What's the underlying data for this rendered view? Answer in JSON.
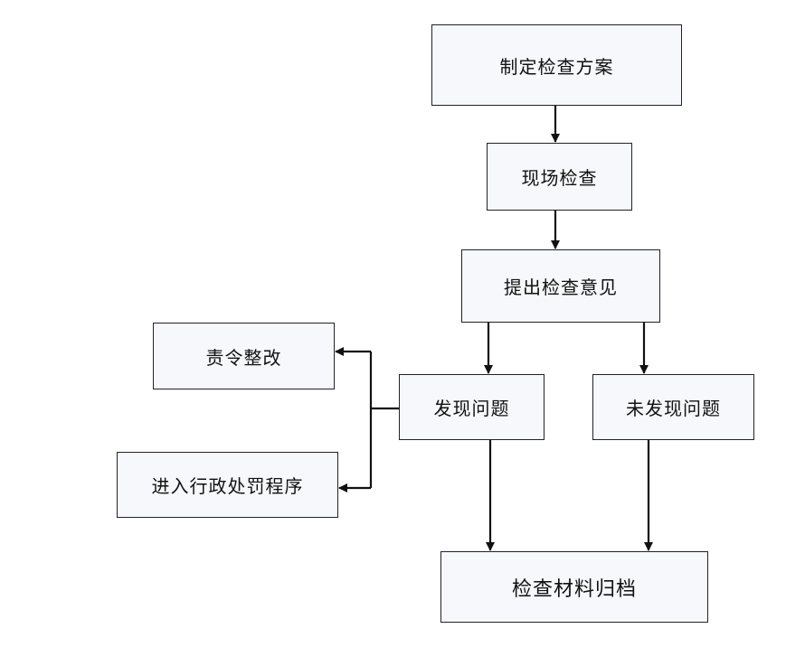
{
  "flowchart": {
    "nodes": {
      "plan": "制定检查方案",
      "onsite": "现场检查",
      "opinion": "提出检查意见",
      "found": "发现问题",
      "not_found": "未发现问题",
      "rectify": "责令整改",
      "penalty": "进入行政处罚程序",
      "archive": "检查材料归档"
    },
    "edges": [
      [
        "plan",
        "onsite"
      ],
      [
        "onsite",
        "opinion"
      ],
      [
        "opinion",
        "found"
      ],
      [
        "opinion",
        "not_found"
      ],
      [
        "found",
        "rectify"
      ],
      [
        "found",
        "penalty"
      ],
      [
        "found",
        "archive"
      ],
      [
        "not_found",
        "archive"
      ]
    ],
    "line_color": "#111111",
    "box_fill": "#f7f8fc"
  }
}
